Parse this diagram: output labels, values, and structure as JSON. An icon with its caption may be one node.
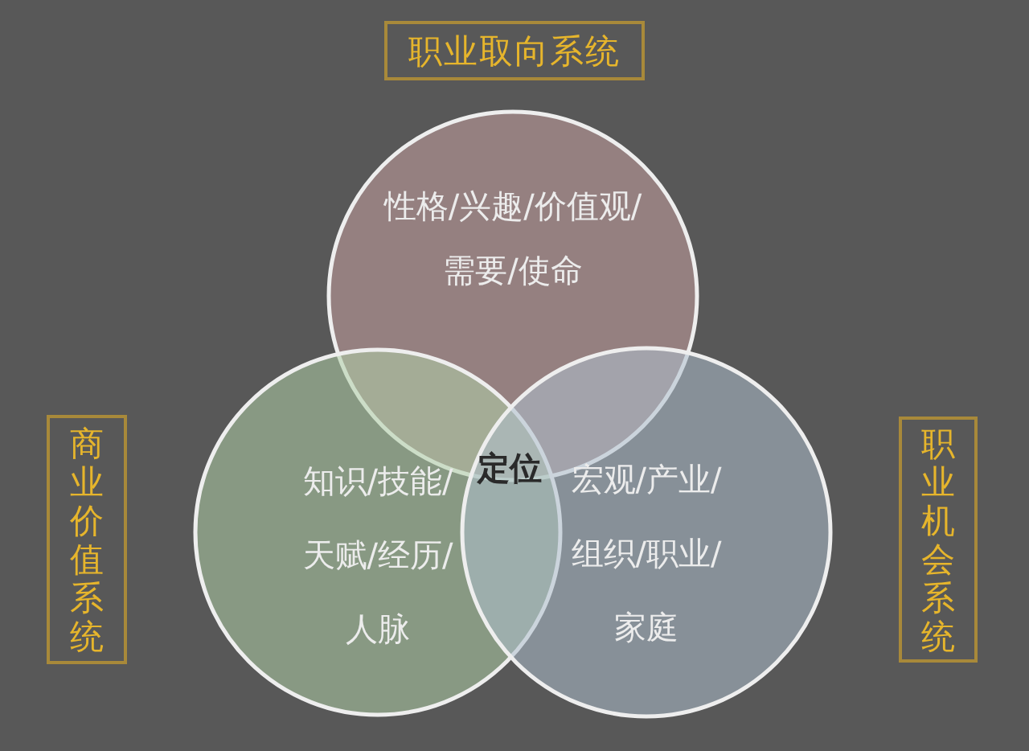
{
  "diagram": {
    "nodes": [
      {
        "text": [
          "职业取向系统"
        ]
      },
      {
        "text": [
          "性格/兴趣/价值观/需要/使命"
        ]
      },
      {
        "text": [
          "商业价值系统"
        ]
      },
      {
        "text": [
          "知识/技能/天赋/经历/人脉"
        ]
      },
      {
        "text": [
          "宏观/产业/组织/职业/家庭"
        ]
      },
      {
        "text": [
          "职业机会系统"
        ]
      }
    ],
    "labels": [
      "定位"
    ]
  }
}
